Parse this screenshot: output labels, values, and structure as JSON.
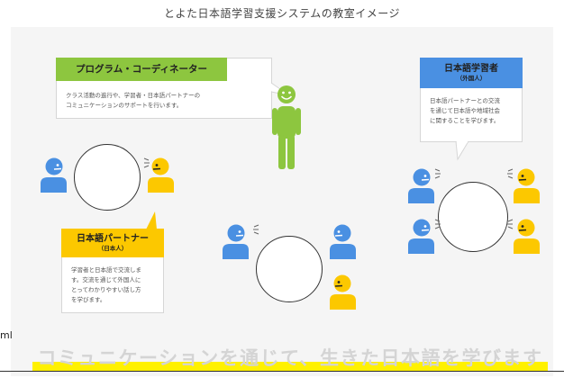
{
  "page": {
    "title": "とよた日本語学習支援システムの教室イメージ"
  },
  "coordinator": {
    "heading": "プログラム・コーディネーター",
    "description_lines": [
      "クラス活動の進行や、学習者・日本語パートナーの",
      "コミュニケーションのサポートを行います。"
    ]
  },
  "learner": {
    "heading": "日本語学習者",
    "subheading": "（外国人）",
    "description_lines": [
      "日本語パートナーとの交流",
      "を通じて日本語や地域社会",
      "に関することを学びます。"
    ]
  },
  "partner": {
    "heading": "日本語パートナー",
    "subheading": "（日本人）",
    "description_lines": [
      "学習者と日本語で交流しま",
      "す。交流を通じて外国人に",
      "とってわかりやすい話し方",
      "を学びます。"
    ]
  },
  "side_text": "ml",
  "slogan": "コミュニケーションを通じて、生きた日本語を学びます",
  "colors": {
    "coordinator_green": "#8dc63f",
    "learner_blue": "#4a90e2",
    "partner_yellow": "#fcc800",
    "figure_green": "#8dc63f",
    "slogan_highlight": "#fff100"
  },
  "icons": [
    "smiling-figure-icon",
    "learner-person-icon",
    "partner-person-icon",
    "speech-lines-icon"
  ]
}
